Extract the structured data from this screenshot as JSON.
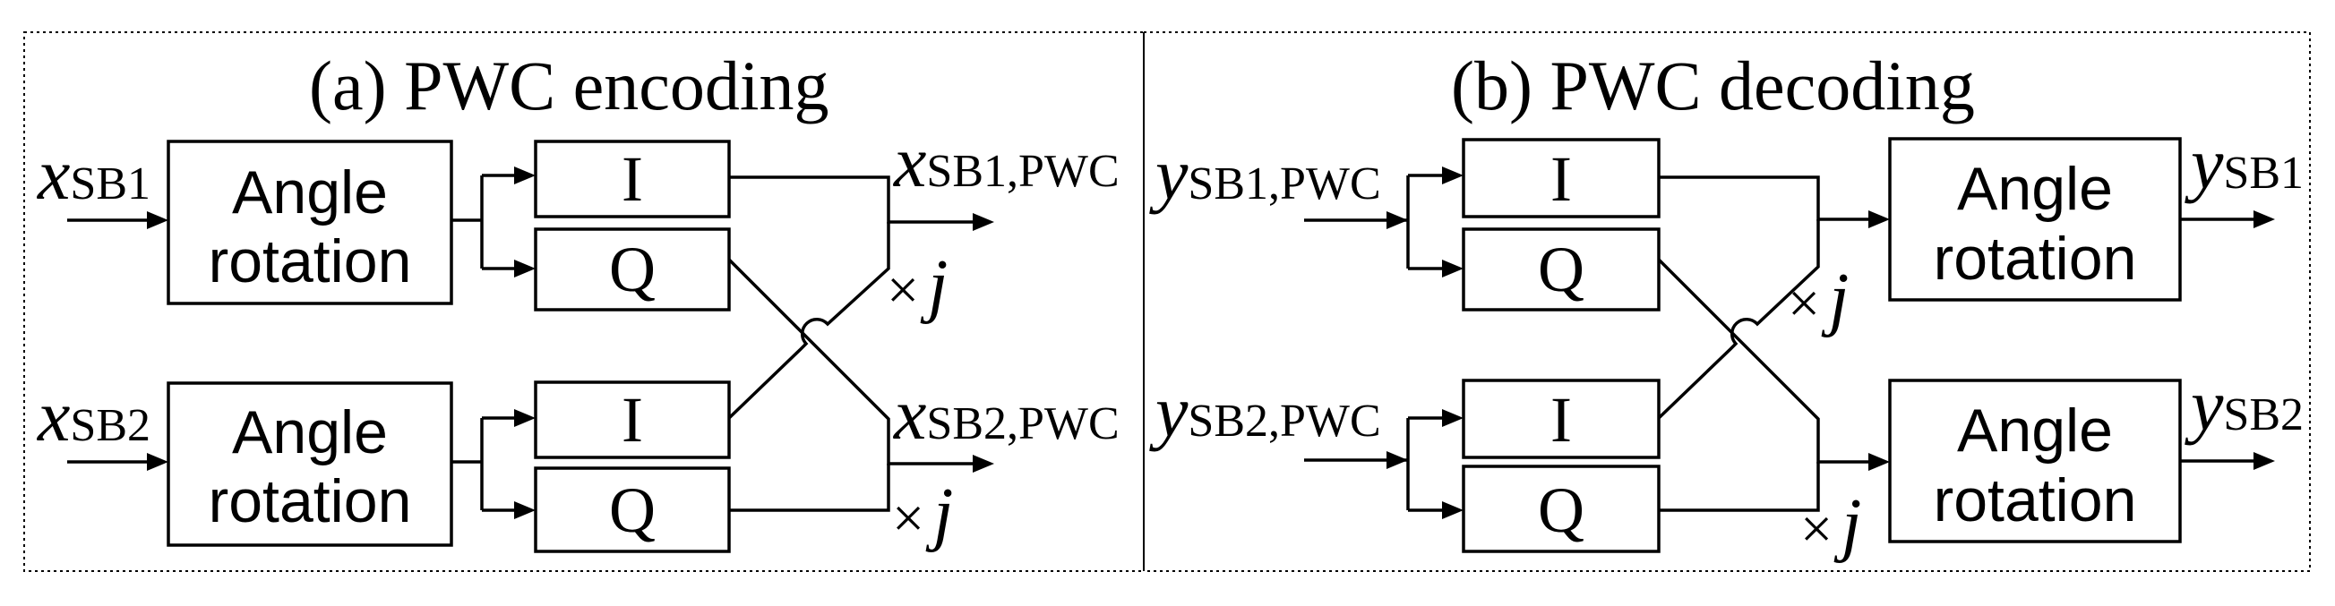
{
  "encoding": {
    "title": "(a) PWC encoding",
    "inputs": [
      {
        "symbol": "x",
        "subscript": "SB1"
      },
      {
        "symbol": "x",
        "subscript": "SB2"
      }
    ],
    "outputs": [
      {
        "symbol": "x",
        "subscript": "SB1,PWC"
      },
      {
        "symbol": "x",
        "subscript": "SB2,PWC"
      }
    ],
    "rotation_blocks": [
      {
        "line1": "Angle",
        "line2": "rotation"
      },
      {
        "line1": "Angle",
        "line2": "rotation"
      }
    ],
    "iq_blocks": [
      "I",
      "Q",
      "I",
      "Q"
    ],
    "multipliers": [
      {
        "times": "×",
        "j": "j"
      },
      {
        "times": "×",
        "j": "j"
      }
    ]
  },
  "decoding": {
    "title": "(b) PWC decoding",
    "inputs": [
      {
        "symbol": "y",
        "subscript": "SB1,PWC"
      },
      {
        "symbol": "y",
        "subscript": "SB2,PWC"
      }
    ],
    "outputs": [
      {
        "symbol": "y",
        "subscript": "SB1"
      },
      {
        "symbol": "y",
        "subscript": "SB2"
      }
    ],
    "rotation_blocks": [
      {
        "line1": "Angle",
        "line2": "rotation"
      },
      {
        "line1": "Angle",
        "line2": "rotation"
      }
    ],
    "iq_blocks": [
      "I",
      "Q",
      "I",
      "Q"
    ],
    "multipliers": [
      {
        "times": "×",
        "j": "j"
      },
      {
        "times": "×",
        "j": "j"
      }
    ]
  }
}
